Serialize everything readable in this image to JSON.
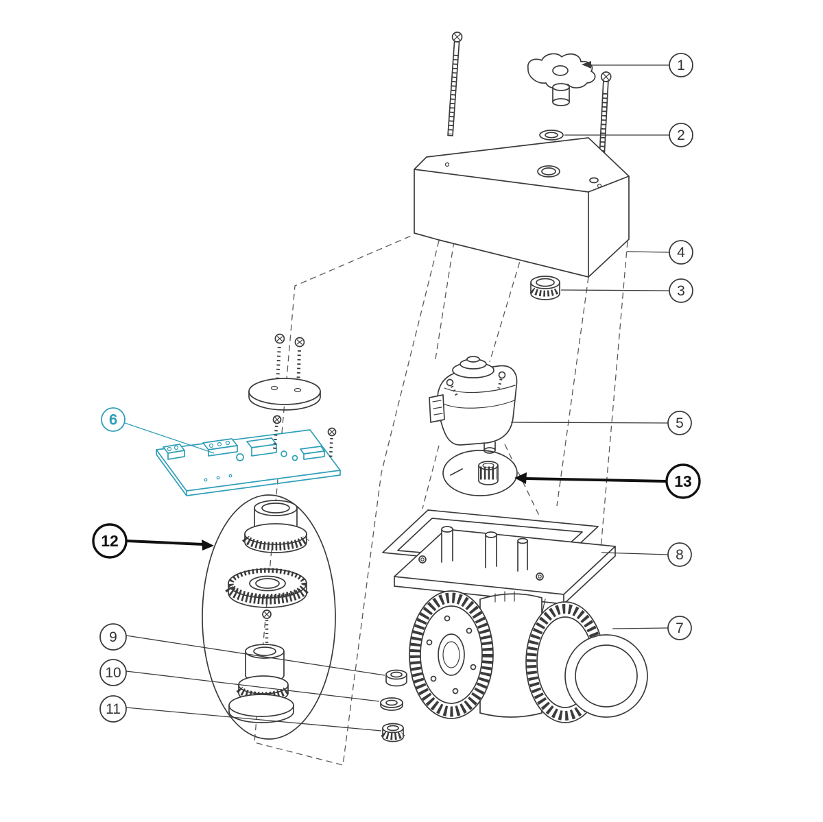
{
  "diagram": {
    "colors": {
      "line": "#3b3b3b",
      "accent": "#2e9fb8",
      "bold": "#111111",
      "background": "#ffffff"
    },
    "callouts": [
      {
        "label": "1"
      },
      {
        "label": "2"
      },
      {
        "label": "3"
      },
      {
        "label": "4"
      },
      {
        "label": "5"
      },
      {
        "label": "6"
      },
      {
        "label": "7"
      },
      {
        "label": "8"
      },
      {
        "label": "9"
      },
      {
        "label": "10"
      },
      {
        "label": "11"
      },
      {
        "label": "12"
      },
      {
        "label": "13"
      }
    ]
  }
}
